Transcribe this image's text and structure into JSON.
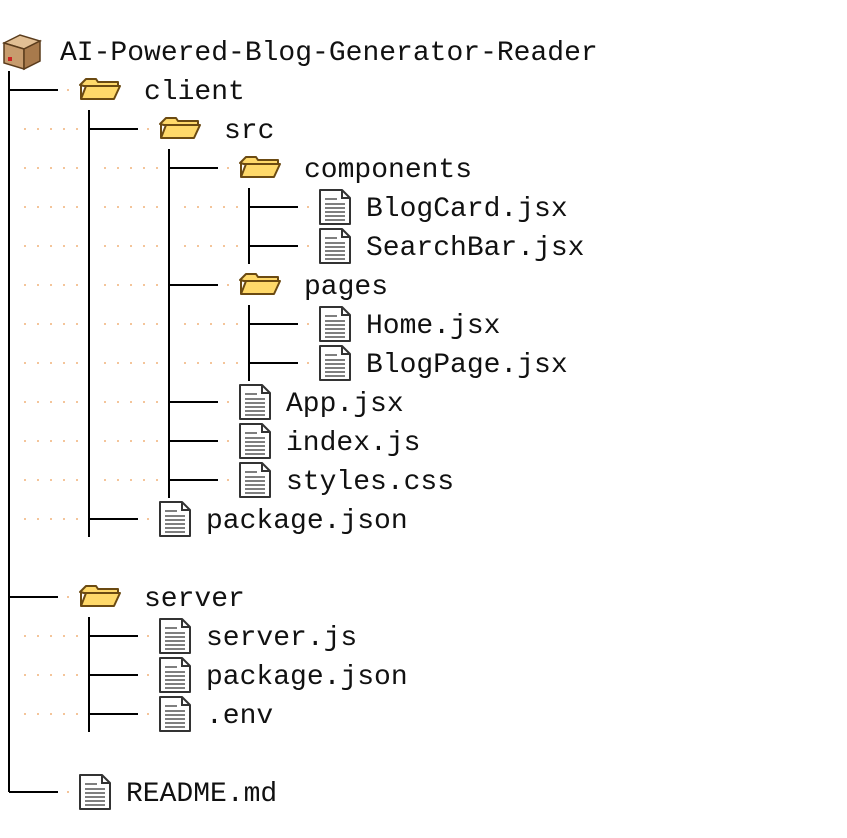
{
  "colors": {
    "line": "#000000",
    "dots": "#f0b27a",
    "text": "#111111",
    "folder_fill": "#ffd96a",
    "folder_stroke": "#6b4a12",
    "file_fill": "#ffffff",
    "file_stroke": "#333333",
    "box_fill": "#c79c6e"
  },
  "tree": {
    "name": "AI-Powered-Blog-Generator-Reader",
    "type": "package",
    "icon": "package-box-icon",
    "children": [
      {
        "name": "client",
        "type": "folder",
        "icon": "folder-icon",
        "children": [
          {
            "name": "src",
            "type": "folder",
            "icon": "folder-icon",
            "children": [
              {
                "name": "components",
                "type": "folder",
                "icon": "folder-icon",
                "children": [
                  {
                    "name": "BlogCard.jsx",
                    "type": "file",
                    "icon": "file-icon"
                  },
                  {
                    "name": "SearchBar.jsx",
                    "type": "file",
                    "icon": "file-icon"
                  }
                ]
              },
              {
                "name": "pages",
                "type": "folder",
                "icon": "folder-icon",
                "children": [
                  {
                    "name": "Home.jsx",
                    "type": "file",
                    "icon": "file-icon"
                  },
                  {
                    "name": "BlogPage.jsx",
                    "type": "file",
                    "icon": "file-icon"
                  }
                ]
              },
              {
                "name": "App.jsx",
                "type": "file",
                "icon": "file-icon"
              },
              {
                "name": "index.js",
                "type": "file",
                "icon": "file-icon"
              },
              {
                "name": "styles.css",
                "type": "file",
                "icon": "file-icon"
              }
            ]
          },
          {
            "name": "package.json",
            "type": "file",
            "icon": "file-icon"
          }
        ]
      },
      {
        "name": "server",
        "type": "folder",
        "icon": "folder-icon",
        "children": [
          {
            "name": "server.js",
            "type": "file",
            "icon": "file-icon"
          },
          {
            "name": "package.json",
            "type": "file",
            "icon": "file-icon"
          },
          {
            "name": ".env",
            "type": "file",
            "icon": "file-icon"
          }
        ]
      },
      {
        "name": "README.md",
        "type": "file",
        "icon": "file-icon"
      }
    ]
  }
}
